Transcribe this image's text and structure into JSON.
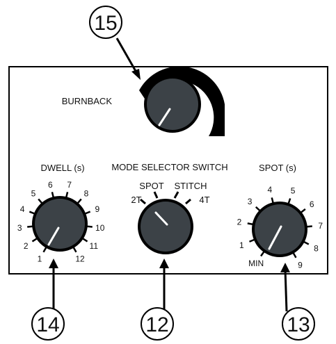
{
  "panel": {
    "burnback": {
      "label": "BURNBACK",
      "callout": "15",
      "icon": "knob-icon"
    },
    "dwell": {
      "label": "DWELL (s)",
      "callout": "14",
      "scale": [
        "1",
        "2",
        "3",
        "4",
        "5",
        "6",
        "7",
        "8",
        "9",
        "10",
        "11",
        "12"
      ]
    },
    "mode": {
      "title": "MODE SELECTOR SWITCH",
      "callout": "12",
      "positions": [
        "2T",
        "SPOT",
        "STITCH",
        "4T"
      ]
    },
    "spot": {
      "label": "SPOT (s)",
      "callout": "13",
      "scale": [
        "MIN",
        "1",
        "2",
        "3",
        "4",
        "5",
        "6",
        "7",
        "8",
        "9"
      ]
    }
  },
  "colors": {
    "knob": "#3c4247",
    "outline": "#000000",
    "pointer": "#ffffff",
    "background": "#ffffff"
  }
}
